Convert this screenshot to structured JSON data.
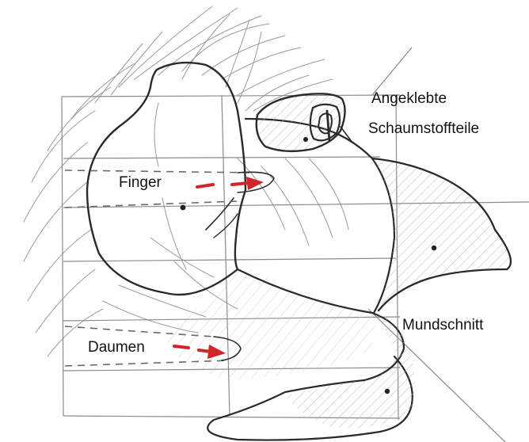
{
  "labels": {
    "foam": "Angeklebte",
    "foam2": "Schaumstoffteile",
    "finger": "Finger",
    "thumb": "Daumen",
    "mouth": "Mundschnitt"
  },
  "colors": {
    "arrow": "#d0262b",
    "line": "#2a2a2a",
    "background": "#ffffff"
  }
}
